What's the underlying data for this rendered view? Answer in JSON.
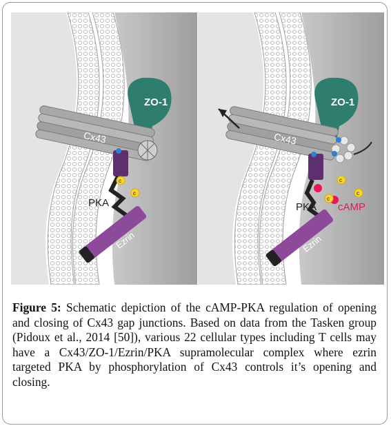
{
  "figure": {
    "left_panel": {
      "labels": {
        "zo1": "ZO-1",
        "cx43": "Cx43",
        "pka": "PKA",
        "ezrin": "Ezrin",
        "c": "c"
      }
    },
    "right_panel": {
      "labels": {
        "zo1": "ZO-1",
        "cx43": "Cx43",
        "pka": "PKA",
        "ezrin": "Ezrin",
        "camp": "cAMP",
        "c": "c"
      }
    },
    "colors": {
      "membrane": "#d6d6d6",
      "cytoplasm": "#a9a9a9",
      "zo1": "#2e7d6e",
      "cx43": "#9c9c9c",
      "pka": "#6a3d7e",
      "ezrin": "#8e4a9a",
      "camp_text": "#e8165f",
      "camp_dot": "#f5d33a"
    }
  },
  "caption": {
    "label": "Figure 5:",
    "text": "Schematic depiction of the cAMP-PKA regulation of opening and closing of Cx43 gap junctions. Based on data from the Tasken group (Pidoux et al., 2014 [50]), various 22 cellular types including T cells may have a Cx43/ZO-1/Ezrin/PKA supramolecular complex where ezrin targeted PKA by phosphorylation of Cx43 controls it’s opening and closing."
  }
}
